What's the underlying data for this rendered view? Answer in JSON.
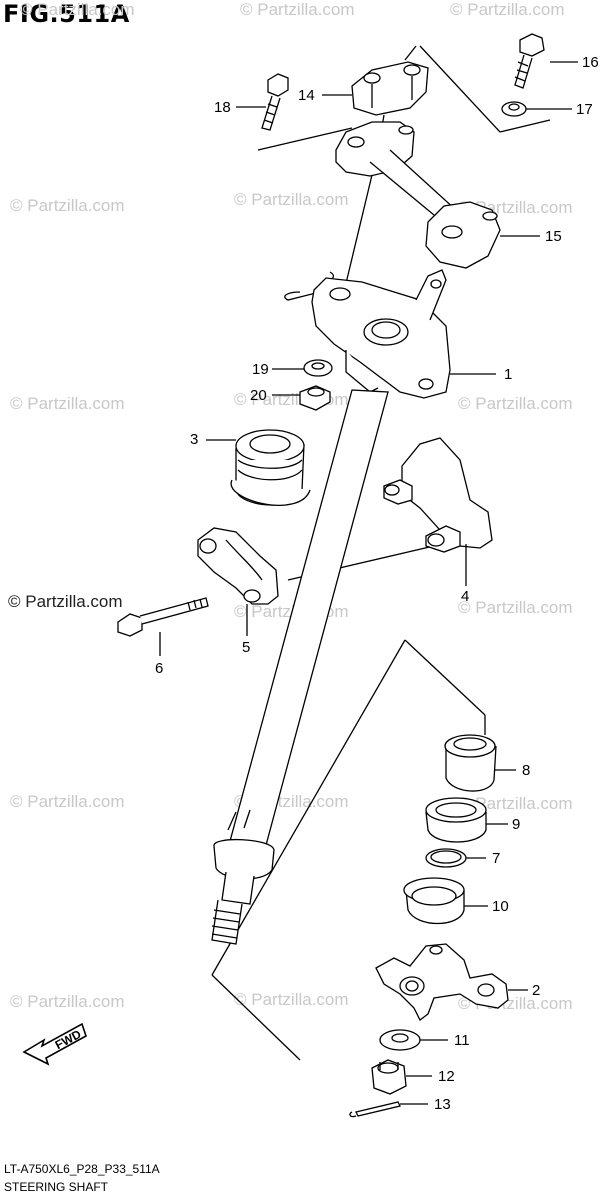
{
  "figure": {
    "title": "FIG.511A"
  },
  "watermark": {
    "text": "© Partzilla.com"
  },
  "callouts": [
    "1",
    "2",
    "3",
    "4",
    "5",
    "6",
    "7",
    "8",
    "9",
    "10",
    "11",
    "12",
    "13",
    "14",
    "15",
    "16",
    "17",
    "18",
    "19",
    "20"
  ],
  "fwd_label": "FWD",
  "footer": {
    "code": "LT-A750XL6_P28_P33_511A",
    "caption": "STEERING SHAFT"
  },
  "colors": {
    "line": "#000000",
    "watermark": "#c8c8c8",
    "background": "#ffffff"
  }
}
